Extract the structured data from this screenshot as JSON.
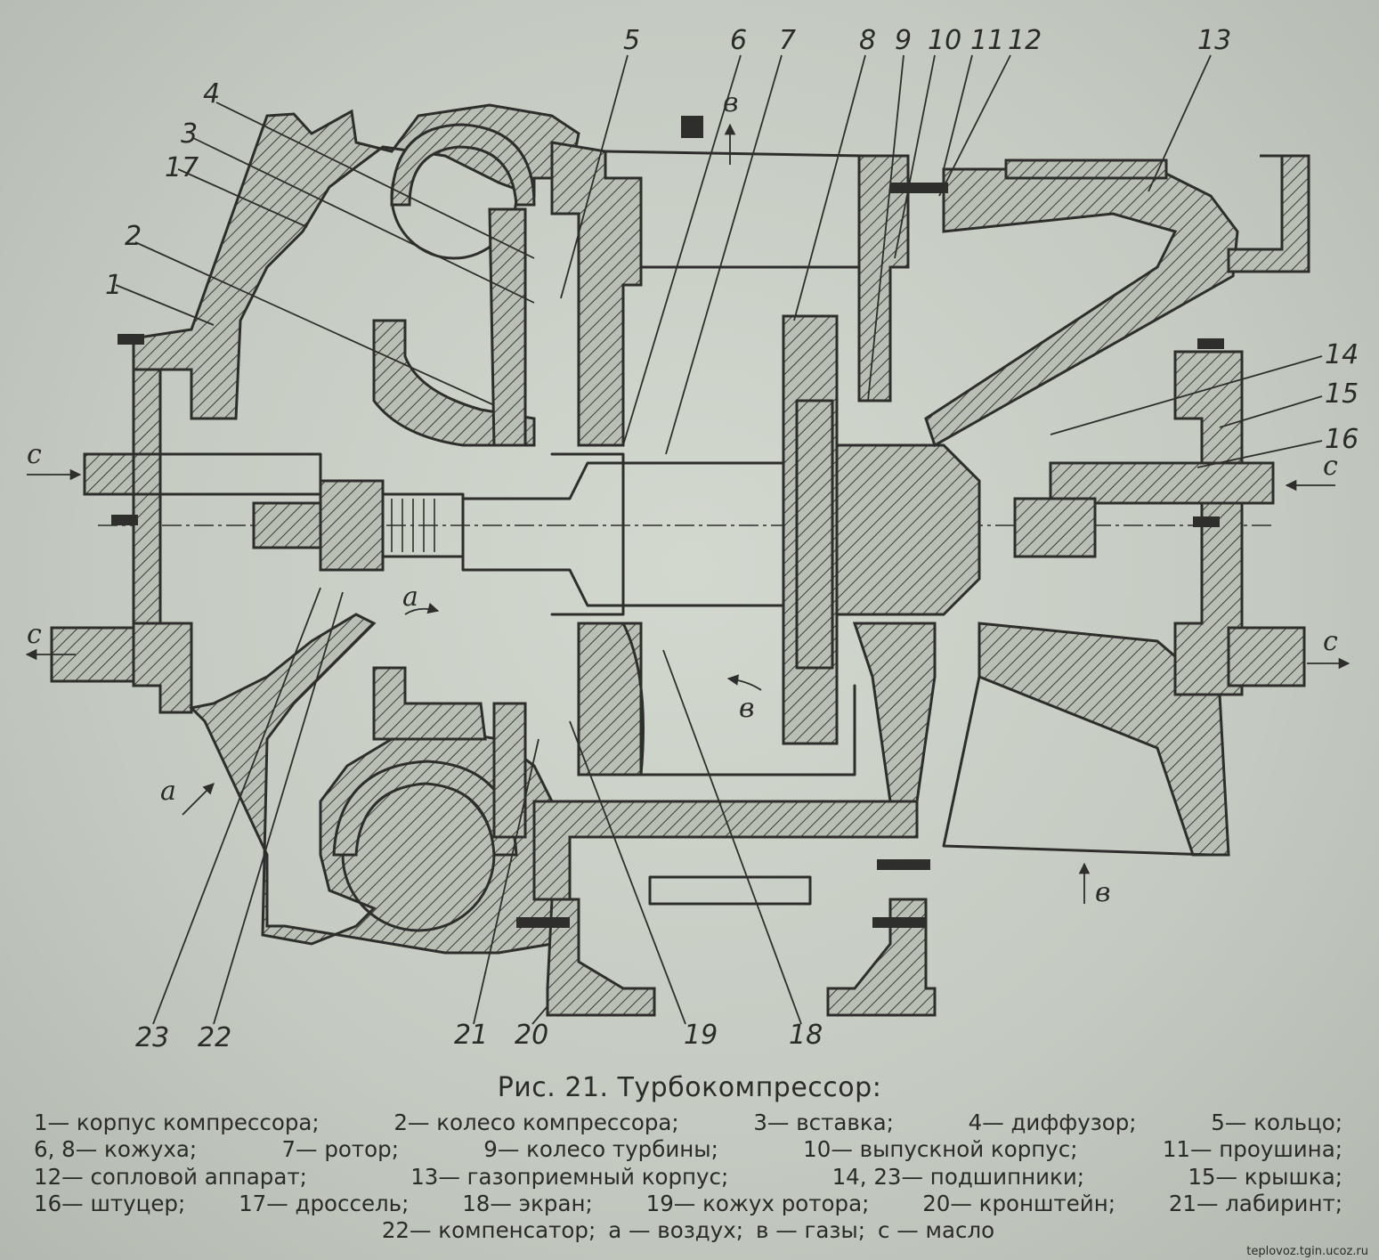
{
  "figure": {
    "title": "Рис. 21. Турбокомпрессор:",
    "part_numbers": [
      "1",
      "2",
      "3",
      "4",
      "5",
      "6",
      "7",
      "8",
      "9",
      "10",
      "11",
      "12",
      "13",
      "14",
      "15",
      "16",
      "17",
      "18",
      "19",
      "20",
      "21",
      "22",
      "23"
    ],
    "flow_labels": {
      "air": "a",
      "gas": "в",
      "oil": "с"
    }
  },
  "legend": {
    "lines": [
      [
        "1— корпус компрессора;",
        "2— колесо компрессора;",
        "3— вставка;",
        "4— диффузор;",
        "5— кольцо;"
      ],
      [
        "6, 8— кожуха;",
        "7— ротор;",
        "9— колесо турбины;",
        "10— выпускной корпус;",
        "11— проушина;"
      ],
      [
        "12— сопловой аппарат;",
        "13— газоприемный корпус;",
        "14, 23— подшипники;",
        "15— крышка;"
      ],
      [
        "16— штуцер;",
        "17— дроссель;",
        "18— экран;",
        "19— кожух ротора;",
        "20— кронштейн;",
        "21— лабиринт;"
      ],
      [
        "22— компенсатор;",
        "а — воздух;",
        "в — газы;",
        "с — масло"
      ]
    ]
  },
  "watermark": "teplovoz.tgin.ucoz.ru"
}
